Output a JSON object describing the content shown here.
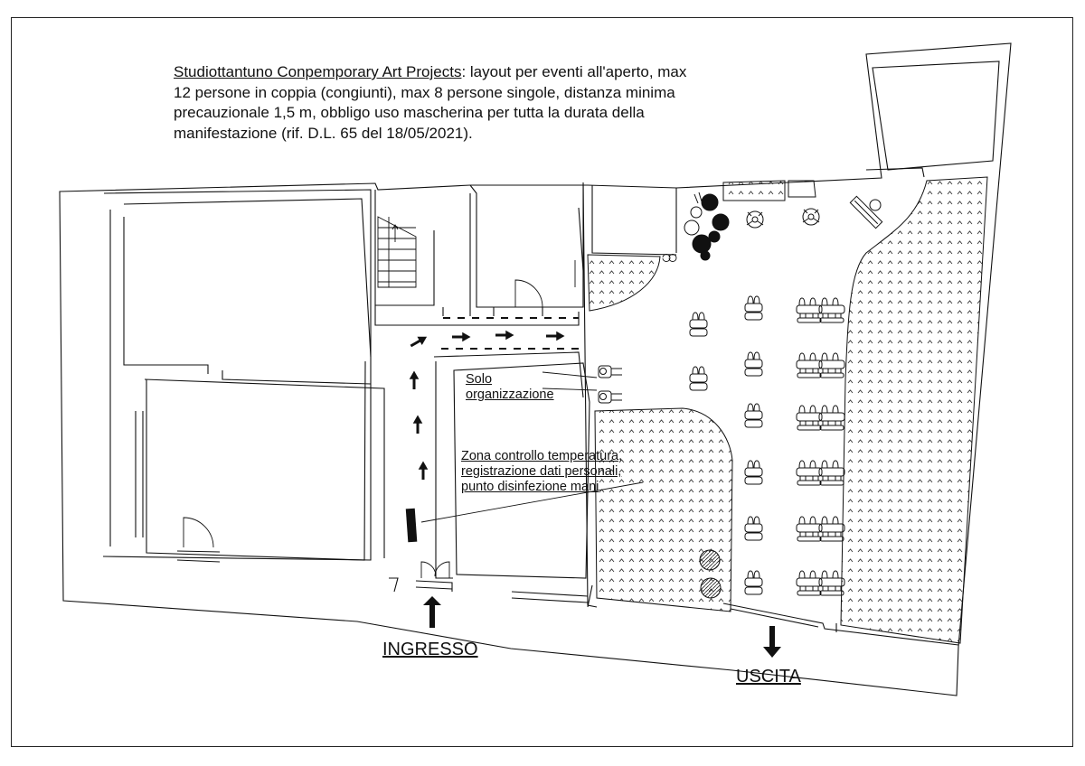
{
  "title": {
    "organization": "Studiottantuno Conpemporary Art Projects",
    "line1_rest": ": layout per eventi all'aperto, max",
    "line2": "12 persone in coppia (congiunti), max  8 persone singole, distanza minima",
    "line3": "precauzionale 1,5 m, obbligo uso mascherina per tutta la durata della",
    "line4": "manifestazione (rif. D.L.  65 del 18/05/2021)."
  },
  "labels": {
    "solo_line1": "Solo",
    "solo_line2": "organizzazione",
    "zona_line1": "Zona controllo temperatura,",
    "zona_line2": "registrazione dati personali,",
    "zona_line3": "punto disinfezione mani",
    "ingresso": "INGRESSO",
    "uscita": "USCITA"
  },
  "seating": {
    "pair_seats": 12,
    "single_seats": 8,
    "staff_seats": 2
  },
  "colors": {
    "line": "#111111",
    "background": "#ffffff"
  }
}
